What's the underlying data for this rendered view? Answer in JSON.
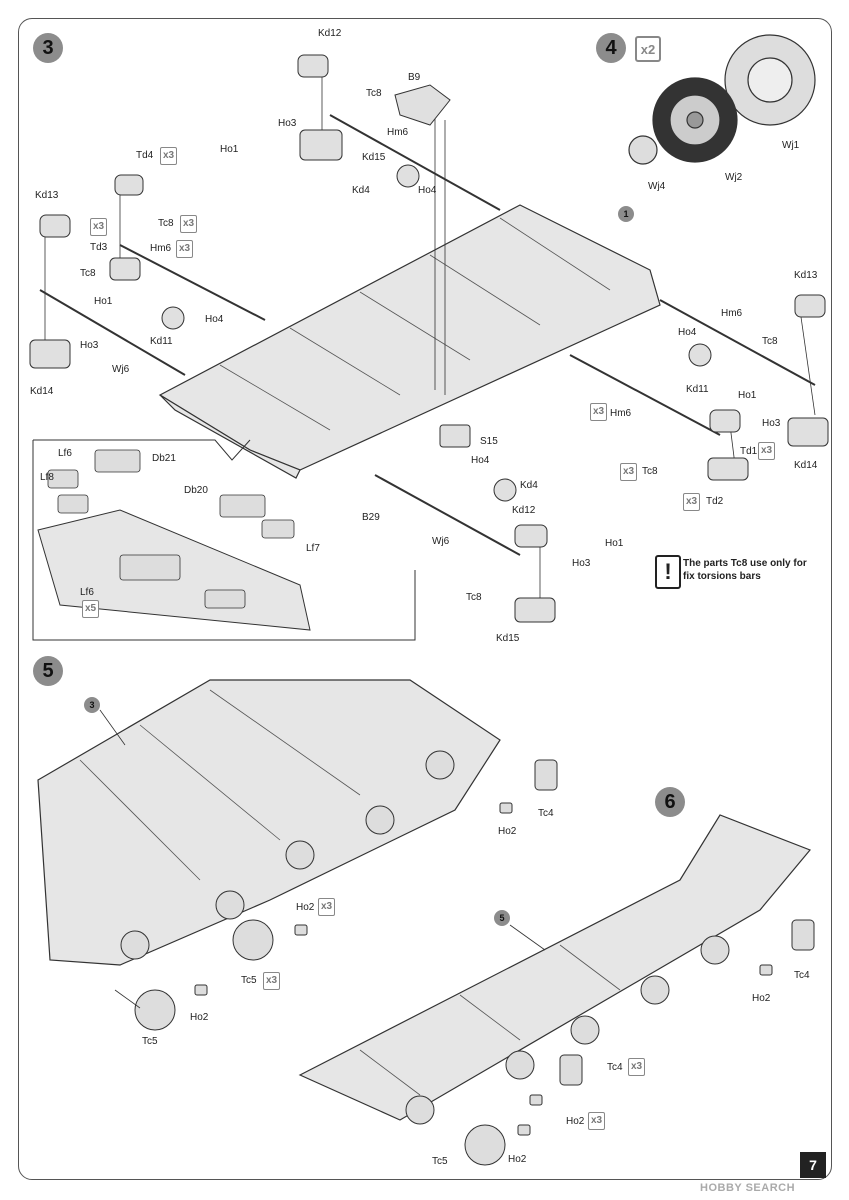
{
  "steps": {
    "s3": "3",
    "s4": "4",
    "s4_qty": "x2",
    "s5": "5",
    "s6": "6"
  },
  "callouts": {
    "c1": "1",
    "c3": "3",
    "c5": "5"
  },
  "labels": {
    "kd12_top": "Kd12",
    "tc8_top": "Tc8",
    "b9": "B9",
    "ho3_top": "Ho3",
    "hm6_top": "Hm6",
    "ho1_top": "Ho1",
    "kd15_top": "Kd15",
    "kd4_top": "Kd4",
    "ho4_top": "Ho4",
    "td4": "Td4",
    "td4_qty": "x3",
    "kd13_left": "Kd13",
    "tc8_left": "Tc8",
    "tc8_left_qty": "x3",
    "td3": "Td3",
    "hm6_left": "Hm6",
    "hm6_left_qty": "x3",
    "tc8_left2": "Tc8",
    "ho1_left": "Ho1",
    "ho4_left": "Ho4",
    "kd11_left": "Kd11",
    "ho3_left": "Ho3",
    "wj6_left": "Wj6",
    "kd14_left": "Kd14",
    "wj1": "Wj1",
    "wj2": "Wj2",
    "wj4": "Wj4",
    "kd13_right": "Kd13",
    "hm6_right": "Hm6",
    "tc8_right": "Tc8",
    "ho4_right": "Ho4",
    "kd11_right": "Kd11",
    "ho1_right": "Ho1",
    "ho3_right": "Ho3",
    "hm6_mid": "Hm6",
    "hm6_mid_qty": "x3",
    "td1": "Td1",
    "td1_qty": "x3",
    "kd14_right": "Kd14",
    "tc8_mid": "Tc8",
    "tc8_mid_qty": "x3",
    "td2": "Td2",
    "td2_qty": "x3",
    "s15": "S15",
    "ho4_mid": "Ho4",
    "kd4_mid": "Kd4",
    "b29": "B29",
    "wj6_mid": "Wj6",
    "kd12_mid": "Kd12",
    "ho1_mid": "Ho1",
    "ho3_mid": "Ho3",
    "tc8_bottom": "Tc8",
    "kd15_bottom": "Kd15",
    "lf6_top": "Lf6",
    "db21": "Db21",
    "lf8": "Lf8",
    "db20": "Db20",
    "lf7": "Lf7",
    "lf6_bottom": "Lf6",
    "lf6_qty": "x5",
    "ho2_s5a": "Ho2",
    "tc4_s5": "Tc4",
    "ho2_s5b": "Ho2",
    "ho2_s5b_qty": "x3",
    "tc5_s5a": "Tc5",
    "tc5_s5a_qty": "x3",
    "ho2_s5c": "Ho2",
    "tc5_s5b": "Tc5",
    "tc4_s6a": "Tc4",
    "ho2_s6a": "Ho2",
    "tc4_s6b": "Tc4",
    "tc4_s6b_qty": "x3",
    "ho2_s6b": "Ho2",
    "ho2_s6b_qty": "x3",
    "tc5_s6": "Tc5",
    "ho2_s6c": "Ho2"
  },
  "note": {
    "icon": "!",
    "text": "The parts Tc8 use only for fix torsions bars"
  },
  "page_number": "7",
  "watermark": "HOBBY SEARCH",
  "colors": {
    "hull": "#e6e6e6",
    "line": "#333333",
    "badge": "#8c8c8c"
  }
}
